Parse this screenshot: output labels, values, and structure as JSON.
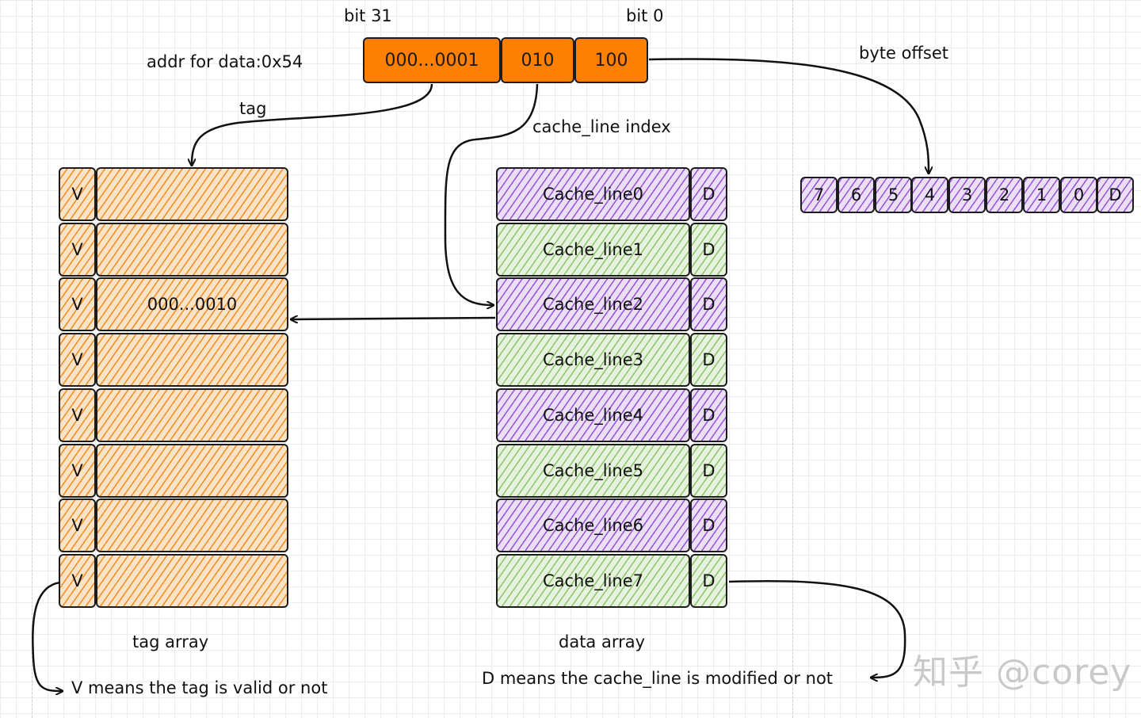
{
  "header": {
    "bit31_label": "bit 31",
    "bit0_label": "bit 0",
    "addr_label": "addr for data:0x54",
    "tag_field": "000...0001",
    "index_field": "010",
    "offset_field": "100"
  },
  "labels": {
    "tag": "tag",
    "cache_line_index": "cache_line index",
    "byte_offset": "byte offset",
    "tag_array": "tag array",
    "data_array": "data array",
    "v_note": "V means the tag is valid or not",
    "d_note": "D means the cache_line is modified or not"
  },
  "tag_array": {
    "rows": [
      {
        "v": "V",
        "tag": ""
      },
      {
        "v": "V",
        "tag": ""
      },
      {
        "v": "V",
        "tag": "000...0010"
      },
      {
        "v": "V",
        "tag": ""
      },
      {
        "v": "V",
        "tag": ""
      },
      {
        "v": "V",
        "tag": ""
      },
      {
        "v": "V",
        "tag": ""
      },
      {
        "v": "V",
        "tag": ""
      }
    ]
  },
  "data_array": {
    "rows": [
      {
        "label": "Cache_line0",
        "d": "D",
        "fill": "purple"
      },
      {
        "label": "Cache_line1",
        "d": "D",
        "fill": "green"
      },
      {
        "label": "Cache_line2",
        "d": "D",
        "fill": "purple"
      },
      {
        "label": "Cache_line3",
        "d": "D",
        "fill": "green"
      },
      {
        "label": "Cache_line4",
        "d": "D",
        "fill": "purple"
      },
      {
        "label": "Cache_line5",
        "d": "D",
        "fill": "green"
      },
      {
        "label": "Cache_line6",
        "d": "D",
        "fill": "purple"
      },
      {
        "label": "Cache_line7",
        "d": "D",
        "fill": "green"
      }
    ]
  },
  "byte_cells": [
    "7",
    "6",
    "5",
    "4",
    "3",
    "2",
    "1",
    "0",
    "D"
  ],
  "watermark": "知乎 @corey",
  "colors": {
    "orange": "#ff7f00",
    "orange_hatch": "#f08c1e",
    "purple_hatch": "#9652d8",
    "green_hatch": "#8cc46c",
    "stroke": "#1c1c1c"
  }
}
